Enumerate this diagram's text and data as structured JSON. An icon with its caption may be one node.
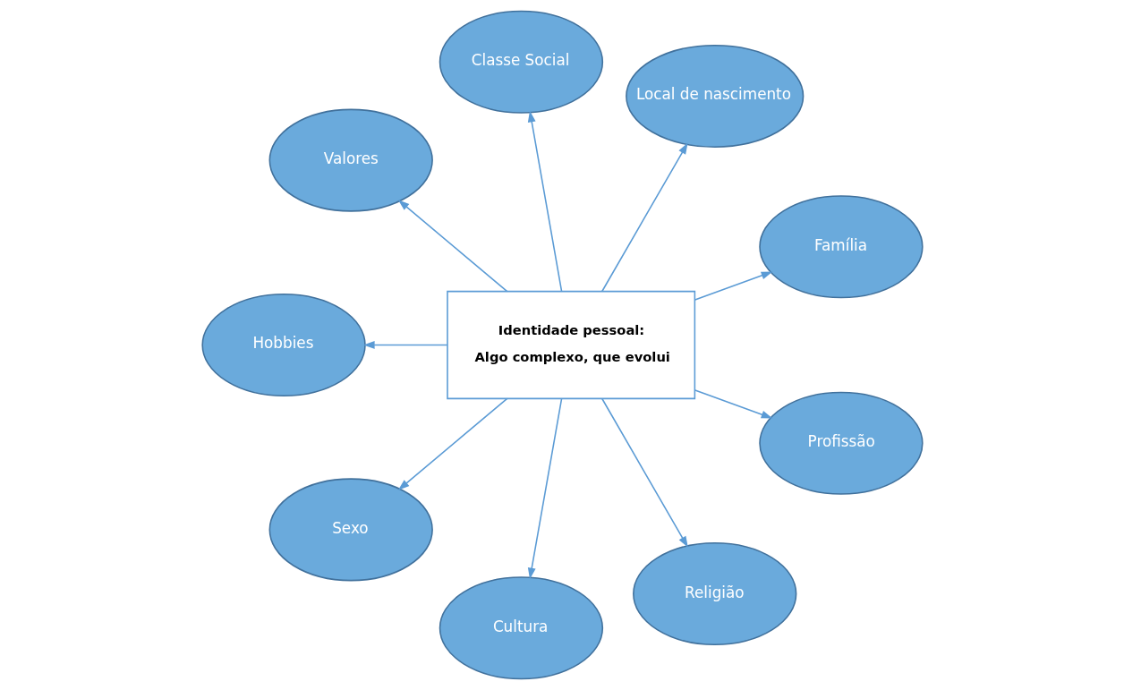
{
  "diagram": {
    "nodes": [
      {
        "text": [
          "Identidade pessoal:",
          "Algo complexo, que evolui"
        ]
      },
      {
        "text": [
          "Família"
        ]
      },
      {
        "text": [
          "Local de nascimento"
        ]
      },
      {
        "text": [
          "Classe Social"
        ]
      },
      {
        "text": [
          "Valores"
        ]
      },
      {
        "text": [
          "Hobbies"
        ]
      },
      {
        "text": [
          "Sexo"
        ]
      },
      {
        "text": [
          "Cultura"
        ]
      },
      {
        "text": [
          "Religião"
        ]
      },
      {
        "text": [
          "Profissão"
        ]
      }
    ],
    "edges": [
      {
        "from": 0,
        "to": 1,
        "arrow": "to"
      },
      {
        "from": 0,
        "to": 2,
        "arrow": "to"
      },
      {
        "from": 0,
        "to": 3,
        "arrow": "to"
      },
      {
        "from": 0,
        "to": 4,
        "arrow": "to"
      },
      {
        "from": 0,
        "to": 5,
        "arrow": "to"
      },
      {
        "from": 0,
        "to": 6,
        "arrow": "to"
      },
      {
        "from": 0,
        "to": 7,
        "arrow": "to"
      },
      {
        "from": 0,
        "to": 8,
        "arrow": "to"
      },
      {
        "from": 0,
        "to": 9,
        "arrow": "to"
      }
    ]
  }
}
